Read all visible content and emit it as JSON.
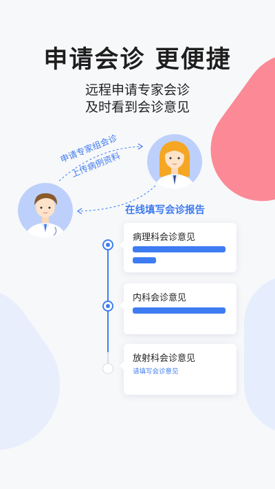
{
  "headline": "申请会诊 更便捷",
  "subline": [
    "远程申请专家会诊",
    "及时看到会诊意见"
  ],
  "flow": {
    "label_1": "申请专家组会诊",
    "label_2": "上传病例资料"
  },
  "section_title": "在线填写会诊报告",
  "cards": [
    {
      "title": "病理科会诊意见",
      "status": "filled"
    },
    {
      "title": "内科会诊意见",
      "status": "filled"
    },
    {
      "title": "放射科会诊意见",
      "status": "pending",
      "hint": "请填写会诊意见"
    }
  ],
  "colors": {
    "accent": "#3d7cf2",
    "pink": "#fb8a96",
    "avatar_bg": "#bdd0fb",
    "background": "#f7f8fa"
  },
  "icons": [
    "female-doctor-icon",
    "male-doctor-icon",
    "arrow-right-icon",
    "arrow-left-icon"
  ]
}
